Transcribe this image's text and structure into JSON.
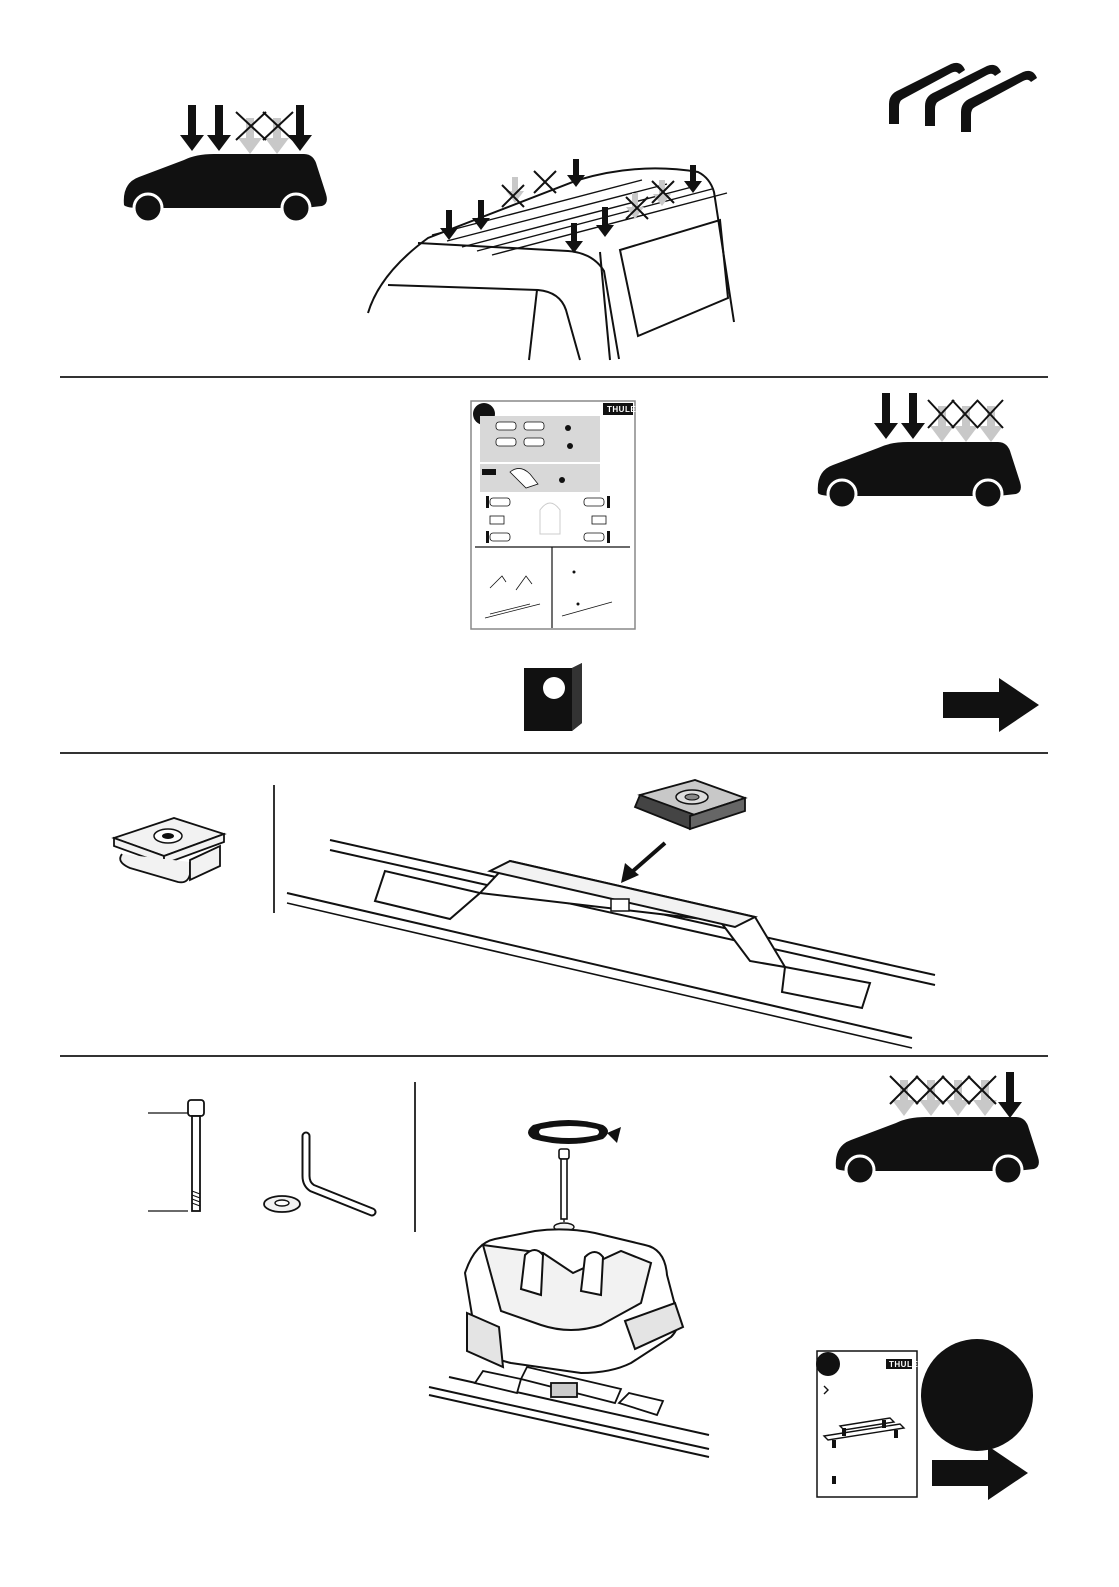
{
  "brand": {
    "logo_text": "THULE"
  },
  "colors": {
    "ink": "#111111",
    "grey_arrow": "#c8c8c8",
    "paper": "#ffffff",
    "panel": "#d8d8d8",
    "part_fill": "#f2f2f2"
  },
  "sections": [
    {
      "id": "step-1",
      "icons": [
        "van-roof-positions-icon",
        "van-roof-rails-icon",
        "roof-bars-icon"
      ]
    },
    {
      "id": "step-2",
      "icons": [
        "fit-kit-instructions-icon",
        "van-roof-positions-icon",
        "kit-card-icon",
        "next-arrow-icon"
      ]
    },
    {
      "id": "step-3",
      "icons": [
        "cage-nut-icon",
        "rail-mounting-plate-icon"
      ]
    },
    {
      "id": "step-4",
      "icons": [
        "bolt-icon",
        "washer-icon",
        "hex-key-icon",
        "foot-pack-icon",
        "van-roof-positions-icon",
        "roof-bar-instructions-icon",
        "next-arrow-icon"
      ]
    }
  ]
}
